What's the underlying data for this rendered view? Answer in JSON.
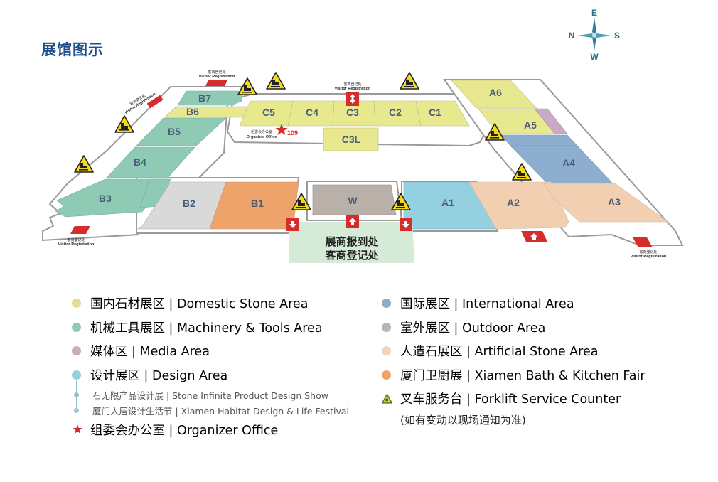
{
  "header": {
    "title": "展馆图示"
  },
  "compass": {
    "north": "N",
    "south": "S",
    "east": "E",
    "west": "W"
  },
  "map": {
    "halls": {
      "B7": "B7",
      "B6": "B6",
      "B5": "B5",
      "B4": "B4",
      "B3": "B3",
      "B2": "B2",
      "B1": "B1",
      "C5": "C5",
      "C4": "C4",
      "C3": "C3",
      "C2": "C2",
      "C1": "C1",
      "C3L": "C3L",
      "W": "W",
      "A1": "A1",
      "A2": "A2",
      "A3": "A3",
      "A4": "A4",
      "A5": "A5",
      "A6": "A6"
    },
    "visitor_registration_cn": "客商登记处",
    "visitor_registration_en": "Visitor Registration",
    "organizer_office_cn": "组委会办公室",
    "organizer_office_en": "Organizer Office",
    "organizer_office_room": "109",
    "registration_area_line1": "展商报到处",
    "registration_area_line2": "客商登记处",
    "colors": {
      "domestic_stone": "#e8e88e",
      "machinery": "#8fcab5",
      "media": "#c9a9c4",
      "design": "#95d0e0",
      "international": "#8eaecf",
      "outdoor": "#b9b1a9",
      "artificial_stone": "#f2cfb0",
      "bath_kitchen": "#eea36a",
      "b2_gray": "#d9d9d9",
      "registration_green": "#d6ead8",
      "red": "#d62c2c",
      "warning_yellow": "#f3d91c"
    }
  },
  "legend": {
    "left": [
      {
        "label": "国内石材展区 | Domestic Stone Area",
        "color": "#e3df8e"
      },
      {
        "label": "机械工具展区 | Machinery & Tools Area",
        "color": "#8fcab5"
      },
      {
        "label": "媒体区 | Media Area",
        "color": "#c9aeb9"
      },
      {
        "label": "设计展区 | Design Area",
        "color": "#95d0e0"
      }
    ],
    "design_sub": [
      {
        "label": "石无限产品设计展 | Stone Infinite Product Design Show",
        "color": "#8fc4cc"
      },
      {
        "label": "厦门人居设计生活节 | Xiamen Habitat Design & Life Festival",
        "color": "#a9c3cf"
      }
    ],
    "organizer": {
      "label": "组委会办公室 | Organizer Office",
      "icon": "star-icon"
    },
    "right": [
      {
        "label": "国际展区 | International Area",
        "color": "#8eaecf"
      },
      {
        "label": "室外展区 | Outdoor Area",
        "color": "#b9b5b0"
      },
      {
        "label": "人造石展区 | Artificial Stone Area",
        "color": "#f2d5b8"
      },
      {
        "label": "厦门卫厨展 | Xiamen Bath & Kitchen Fair",
        "color": "#eea36a"
      }
    ],
    "forklift": {
      "label": "叉车服务台 | Forklift Service Counter",
      "icon": "forklift-warning-icon"
    },
    "note": "(如有变动以现场通知为准)"
  }
}
